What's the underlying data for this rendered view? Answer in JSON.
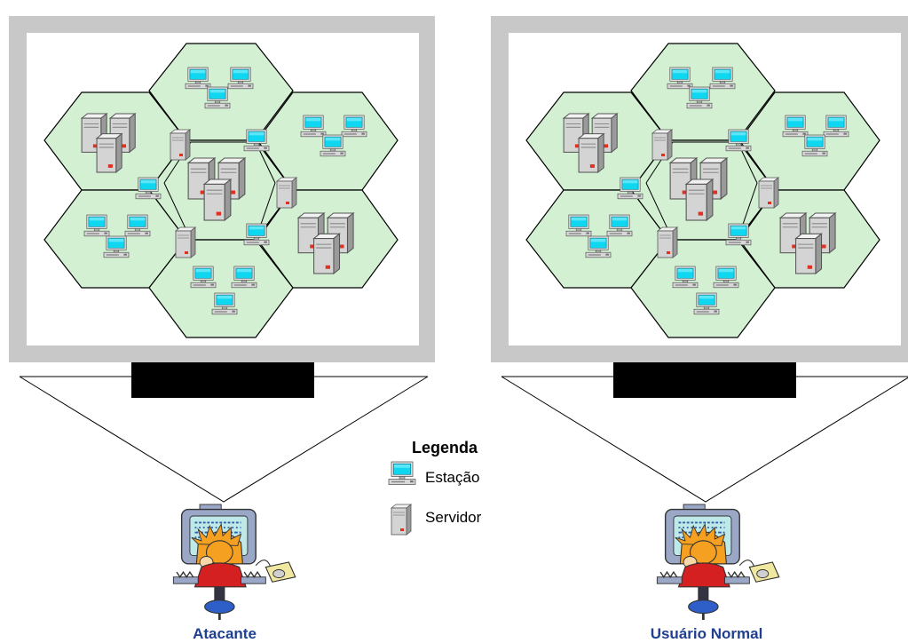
{
  "panels": [
    {
      "id": "left",
      "caption": "Atacante"
    },
    {
      "id": "right",
      "caption": "Usuário Normal"
    }
  ],
  "legend": {
    "title": "Legenda",
    "items": [
      {
        "icon": "workstation-icon",
        "label": "Estação"
      },
      {
        "icon": "server-icon",
        "label": "Servidor"
      }
    ]
  },
  "colors": {
    "cell_fill": "#d3f0d3",
    "frame": "#c8c8c8",
    "caption": "#1f3f8f",
    "screen": "#00d0ee"
  }
}
